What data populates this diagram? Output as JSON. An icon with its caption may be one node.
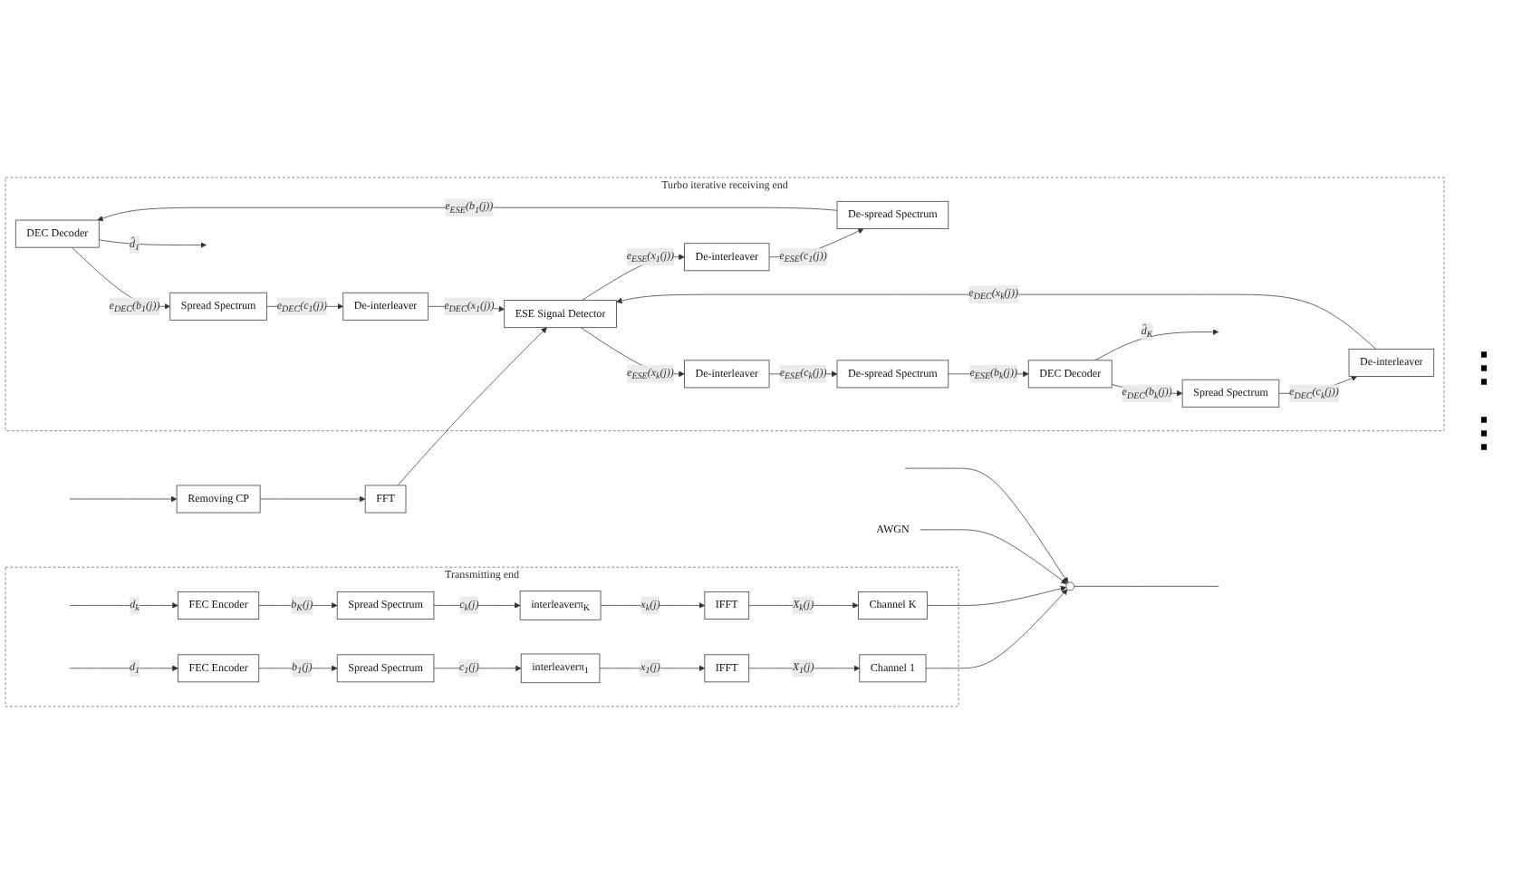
{
  "diagram": {
    "nodes": [
      {
        "text": [
          "Transmitting end"
        ]
      },
      {
        "text": [
          "FEC Encoder"
        ],
        "in": 0
      },
      {
        "text": [
          "Spread Spectrum"
        ],
        "in": 0
      },
      {
        "text": [
          "interleaverπ$_{1}$"
        ],
        "in": 0
      },
      {
        "text": [
          "IFFT"
        ],
        "in": 0
      },
      {
        "text": [
          "Channel 1"
        ],
        "in": 0
      },
      {
        "text": [
          "FEC Encoder"
        ],
        "in": 0
      },
      {
        "text": [
          "Spread Spectrum"
        ],
        "in": 0
      },
      {
        "text": [
          "interleaverπ$_{K}$"
        ],
        "in": 0
      },
      {
        "text": [
          "IFFT"
        ],
        "in": 0
      },
      {
        "text": [
          "Channel K"
        ],
        "in": 0
      },
      {
        "text": [],
        "shape": "circle"
      },
      {
        "text": [
          "AWGN"
        ]
      },
      {
        "text": [
          "Turbo iterative receiving end"
        ]
      },
      {
        "text": [
          "DEC Decoder"
        ],
        "in": 13
      },
      {
        "text": [
          "De-spread Spectrum"
        ],
        "in": 13
      },
      {
        "text": [
          "Spread Spectrum"
        ],
        "in": 13
      },
      {
        "text": [
          "De-interleaver"
        ],
        "in": 13
      },
      {
        "text": [
          "De-interleaver"
        ],
        "in": 13
      },
      {
        "text": [
          "DEC Decoder"
        ],
        "in": 13
      },
      {
        "text": [
          "De-spread Spectrum"
        ],
        "in": 13
      },
      {
        "text": [
          "Spread Spectrum"
        ],
        "in": 13
      },
      {
        "text": [
          "De-interleaver"
        ],
        "in": 13
      },
      {
        "text": [
          "De-interleaver"
        ],
        "in": 13
      },
      {
        "text": [
          "ESE Signal Detector"
        ],
        "in": 13
      },
      {
        "text": [
          "FFT"
        ]
      },
      {
        "text": [
          "Removing CP"
        ]
      }
    ],
    "edges": [
      {
        "from": null,
        "to": 1,
        "arrow": "to",
        "label": "d$_{1}$"
      },
      {
        "from": 1,
        "to": 2,
        "arrow": "to",
        "label": "b$_{1}$(j)"
      },
      {
        "from": 2,
        "to": 3,
        "arrow": "to",
        "label": "c$_{1}$(j)"
      },
      {
        "from": 3,
        "to": 4,
        "arrow": "to",
        "label": "x$_{1}$(j)"
      },
      {
        "from": 4,
        "to": 5,
        "arrow": "to",
        "label": "X$_{1}$(j)"
      },
      {
        "from": 5,
        "to": 11,
        "arrow": "to"
      },
      {
        "from": null,
        "to": 6,
        "arrow": "to",
        "label": "d$_{k}$"
      },
      {
        "from": 6,
        "to": 7,
        "arrow": "to",
        "label": "b$_{K}$(j)"
      },
      {
        "from": 7,
        "to": 8,
        "arrow": "to",
        "label": "c$_{k}$(j)"
      },
      {
        "from": 8,
        "to": 9,
        "arrow": "to",
        "label": "x$_{k}$(j)"
      },
      {
        "from": 9,
        "to": 10,
        "arrow": "to",
        "label": "X$_{k}$(j)"
      },
      {
        "from": 10,
        "to": 11,
        "arrow": "to"
      },
      {
        "from": 12,
        "to": 11,
        "arrow": "to"
      },
      {
        "from": null,
        "to": 11,
        "arrow": "to"
      },
      {
        "from": 11,
        "to": null,
        "arrow": "none"
      },
      {
        "from": null,
        "to": 26,
        "arrow": "to"
      },
      {
        "from": 26,
        "to": 25,
        "arrow": "to"
      },
      {
        "from": 25,
        "to": 24,
        "arrow": "to"
      },
      {
        "from": 24,
        "to": 17,
        "arrow": "to",
        "label": "e$_{ESE}$(x$_{1}$(j))"
      },
      {
        "from": 17,
        "to": 15,
        "arrow": "to",
        "label": "e$_{ESE}$(c$_{1}$(j))"
      },
      {
        "from": 15,
        "to": 14,
        "arrow": "to",
        "label": "e$_{ESE}$(b$_{1}$(j))"
      },
      {
        "from": 14,
        "to": null,
        "arrow": "to",
        "label": "d̂$_{1}$"
      },
      {
        "from": 14,
        "to": 16,
        "arrow": "to",
        "label": "e$_{DEC}$(b$_{1}$(j))"
      },
      {
        "from": 16,
        "to": 18,
        "arrow": "to",
        "label": "e$_{DEC}$(c$_{1}$(j))"
      },
      {
        "from": 18,
        "to": 24,
        "arrow": "to",
        "label": "e$_{DEC}$(x$_{1}$(j))"
      },
      {
        "from": 24,
        "to": 22,
        "arrow": "to",
        "label": "e$_{ESE}$(x$_{k}$(j))"
      },
      {
        "from": 22,
        "to": 20,
        "arrow": "to",
        "label": "e$_{ESE}$(c$_{k}$(j))"
      },
      {
        "from": 20,
        "to": 19,
        "arrow": "to",
        "label": "e$_{ESE}$(b$_{k}$(j))"
      },
      {
        "from": 19,
        "to": null,
        "arrow": "to",
        "label": "d̂$_{K}$"
      },
      {
        "from": 19,
        "to": 21,
        "arrow": "to",
        "label": "e$_{DEC}$(b$_{k}$(j))"
      },
      {
        "from": 21,
        "to": 23,
        "arrow": "to",
        "label": "e$_{DEC}$(c$_{k}$(j))"
      },
      {
        "from": 23,
        "to": 24,
        "arrow": "to",
        "label": "e$_{DEC}$(x$_{k}$(j))"
      }
    ],
    "labels": [
      "⋮",
      "⋮"
    ]
  }
}
